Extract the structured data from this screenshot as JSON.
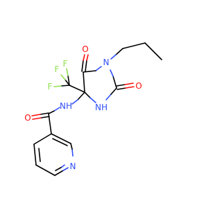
{
  "atoms": {
    "o_upper": "O",
    "o_right": "O",
    "o_amide": "O",
    "n_ring_butyl": "N",
    "nh_ring": "NH",
    "nh_amide": "NH",
    "n_pyridine": "N",
    "f_top": "F",
    "f_left": "F",
    "f_mid": "F"
  },
  "colors": {
    "bond": "#000000",
    "oxygen": "#FF0D0D",
    "nitrogen": "#3050F8",
    "fluorine": "#90E050"
  }
}
